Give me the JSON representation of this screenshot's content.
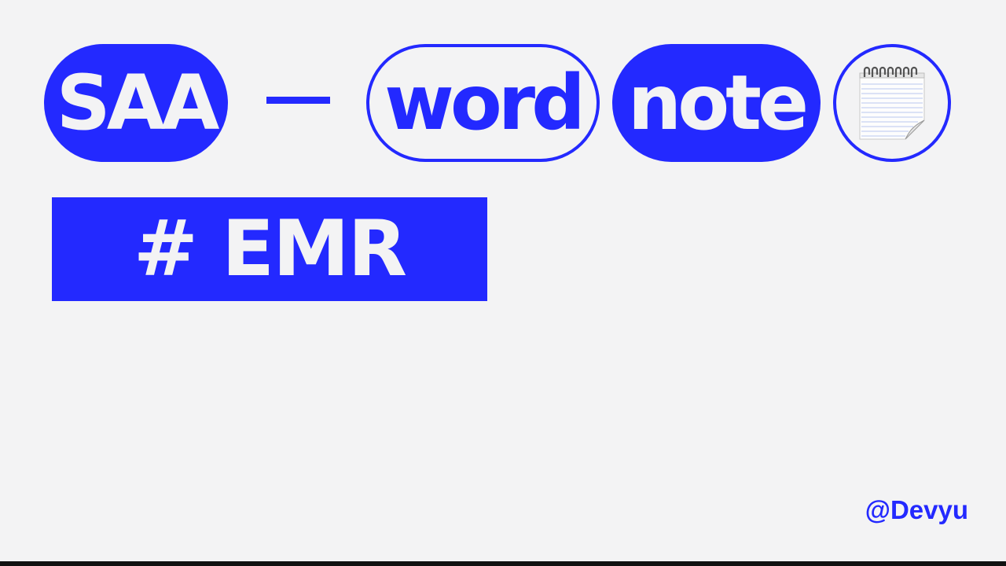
{
  "title": {
    "part1": "SAA",
    "part2": "word",
    "part3": "note",
    "icon": "spiral-notepad-icon"
  },
  "tag": "# EMR",
  "author_handle": "@Devyu",
  "colors": {
    "accent": "#2329ff",
    "background": "#f3f3f4",
    "bottom_bar": "#111111"
  }
}
